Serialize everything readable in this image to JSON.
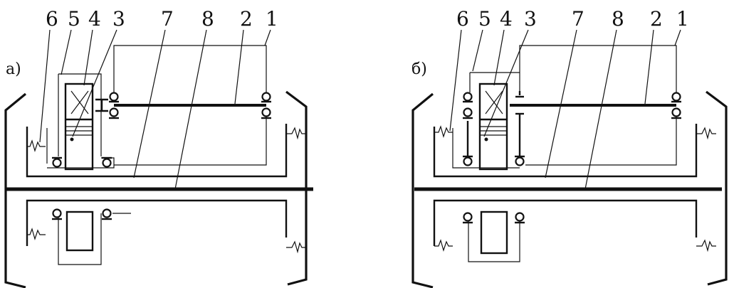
{
  "diagrams": [
    {
      "id": "a",
      "sub_label": "а)",
      "part_labels": [
        "6",
        "5",
        "4",
        "3",
        "7",
        "8",
        "2",
        "1"
      ]
    },
    {
      "id": "b",
      "sub_label": "б)",
      "part_labels": [
        "6",
        "5",
        "4",
        "3",
        "7",
        "8",
        "2",
        "1"
      ]
    }
  ]
}
